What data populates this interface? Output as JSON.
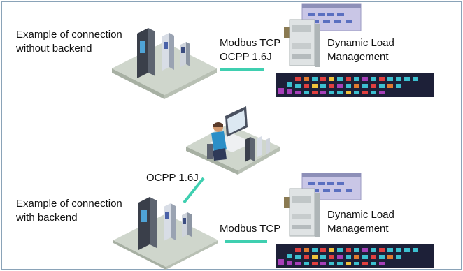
{
  "labels": {
    "example_without_backend": [
      "Example of connection",
      "without backend"
    ],
    "modbus_ocpp_top": [
      "Modbus TCP",
      "OCPP 1.6J"
    ],
    "dlm_top": [
      "Dynamic Load",
      "Management"
    ],
    "ocpp_middle": "OCPP 1.6J",
    "example_with_backend": [
      "Example of connection",
      "with backend"
    ],
    "modbus_bottom": "Modbus TCP",
    "dlm_bottom": [
      "Dynamic Load",
      "Management"
    ]
  },
  "colors": {
    "connector_line": "#3fcfb0",
    "frame_border": "#8aa3b8",
    "platform_top": "#cfd6cc",
    "platform_side": "#a7b0a3",
    "display_bg": "#1d2038"
  },
  "icons": {
    "chargers": "ev-charging-stations-icon",
    "controller": "dlm-controller-device-icon",
    "operator": "backend-operator-workstation-icon",
    "display": "status-display-icon"
  }
}
